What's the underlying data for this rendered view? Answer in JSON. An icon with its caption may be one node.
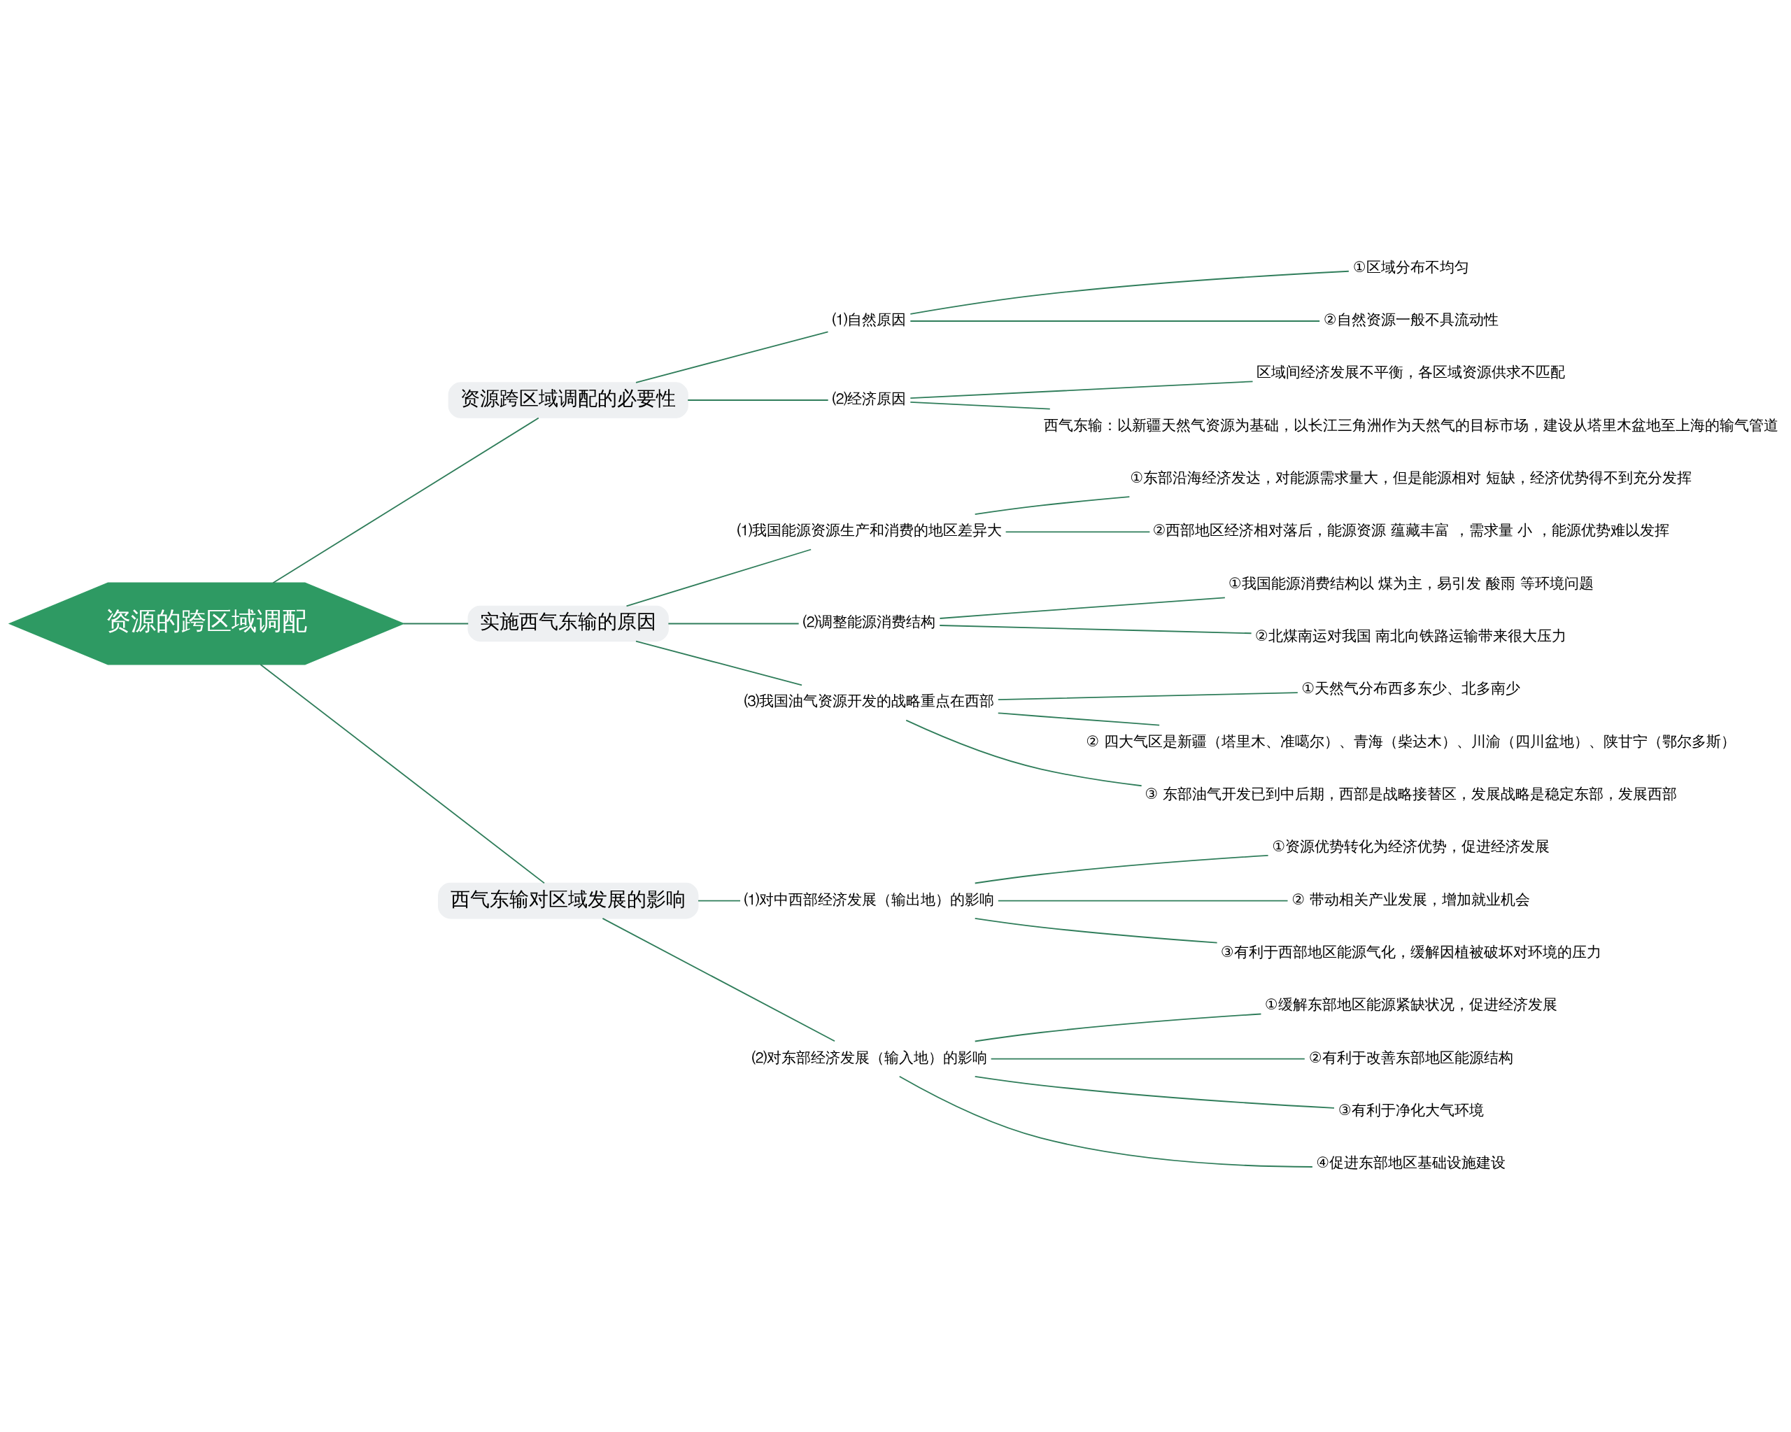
{
  "diagram": {
    "nodes": [
      {
        "text": [
          "资源的跨区域调配"
        ]
      },
      {
        "text": [
          "资源跨区域调配的必要性"
        ]
      },
      {
        "text": [
          "⑴自然原因"
        ]
      },
      {
        "text": [
          "①区域分布不均匀"
        ]
      },
      {
        "text": [
          "②自然资源一般不具流动性"
        ]
      },
      {
        "text": [
          "⑵经济原因"
        ]
      },
      {
        "text": [
          "区域间经济发展不平衡，各区域资源供求不匹配"
        ]
      },
      {
        "text": [
          "西气东输：以新疆天然气资源为基础，以长江三角洲作为天然气的目标市场，建设从塔里木盆地至上海的输气管道"
        ]
      },
      {
        "text": [
          "实施西气东输的原因"
        ]
      },
      {
        "text": [
          "⑴我国能源资源生产和消费的地区差异大"
        ]
      },
      {
        "text": [
          "①东部沿海经济发达，对能源需求量大，但是能源相对 短缺，经济优势得不到充分发挥"
        ]
      },
      {
        "text": [
          "②西部地区经济相对落后，能源资源 蕴藏丰富 ，需求量 小 ，能源优势难以发挥"
        ]
      },
      {
        "text": [
          "⑵调整能源消费结构"
        ]
      },
      {
        "text": [
          "①我国能源消费结构以 煤为主，易引发 酸雨 等环境问题"
        ]
      },
      {
        "text": [
          "②北煤南运对我国 南北向铁路运输带来很大压力"
        ]
      },
      {
        "text": [
          "⑶我国油气资源开发的战略重点在西部"
        ]
      },
      {
        "text": [
          "①天然气分布西多东少、北多南少"
        ]
      },
      {
        "text": [
          "② 四大气区是新疆（塔里木、准噶尔）、青海（柴达木）、川渝（四川盆地）、陕甘宁（鄂尔多斯）"
        ]
      },
      {
        "text": [
          "③ 东部油气开发已到中后期，西部是战略接替区，发展战略是稳定东部，发展西部"
        ]
      },
      {
        "text": [
          "西气东输对区域发展的影响"
        ]
      },
      {
        "text": [
          "⑴对中西部经济发展（输出地）的影响"
        ]
      },
      {
        "text": [
          "①资源优势转化为经济优势，促进经济发展"
        ]
      },
      {
        "text": [
          "② 带动相关产业发展，增加就业机会"
        ]
      },
      {
        "text": [
          "③有利于西部地区能源气化，缓解因植被破坏对环境的压力"
        ]
      },
      {
        "text": [
          "⑵对东部经济发展（输入地）的影响"
        ]
      },
      {
        "text": [
          "①缓解东部地区能源紧缺状况，促进经济发展"
        ]
      },
      {
        "text": [
          "②有利于改善东部地区能源结构"
        ]
      },
      {
        "text": [
          "③有利于净化大气环境"
        ]
      },
      {
        "text": [
          "④促进东部地区基础设施建设"
        ]
      }
    ],
    "edges": [
      {
        "from": 0,
        "to": 1,
        "arrow": "none"
      },
      {
        "from": 1,
        "to": 2,
        "arrow": "none"
      },
      {
        "from": 2,
        "to": 3,
        "arrow": "none"
      },
      {
        "from": 2,
        "to": 4,
        "arrow": "none"
      },
      {
        "from": 1,
        "to": 5,
        "arrow": "none"
      },
      {
        "from": 5,
        "to": 6,
        "arrow": "none"
      },
      {
        "from": 5,
        "to": 7,
        "arrow": "none"
      },
      {
        "from": 0,
        "to": 8,
        "arrow": "none"
      },
      {
        "from": 8,
        "to": 9,
        "arrow": "none"
      },
      {
        "from": 9,
        "to": 10,
        "arrow": "none"
      },
      {
        "from": 9,
        "to": 11,
        "arrow": "none"
      },
      {
        "from": 8,
        "to": 12,
        "arrow": "none"
      },
      {
        "from": 12,
        "to": 13,
        "arrow": "none"
      },
      {
        "from": 12,
        "to": 14,
        "arrow": "none"
      },
      {
        "from": 8,
        "to": 15,
        "arrow": "none"
      },
      {
        "from": 15,
        "to": 16,
        "arrow": "none"
      },
      {
        "from": 15,
        "to": 17,
        "arrow": "none"
      },
      {
        "from": 15,
        "to": 18,
        "arrow": "none"
      },
      {
        "from": 0,
        "to": 19,
        "arrow": "none"
      },
      {
        "from": 19,
        "to": 20,
        "arrow": "none"
      },
      {
        "from": 20,
        "to": 21,
        "arrow": "none"
      },
      {
        "from": 20,
        "to": 22,
        "arrow": "none"
      },
      {
        "from": 20,
        "to": 23,
        "arrow": "none"
      },
      {
        "from": 19,
        "to": 24,
        "arrow": "none"
      },
      {
        "from": 24,
        "to": 25,
        "arrow": "none"
      },
      {
        "from": 24,
        "to": 26,
        "arrow": "none"
      },
      {
        "from": 24,
        "to": 27,
        "arrow": "none"
      },
      {
        "from": 24,
        "to": 28,
        "arrow": "none"
      }
    ]
  }
}
